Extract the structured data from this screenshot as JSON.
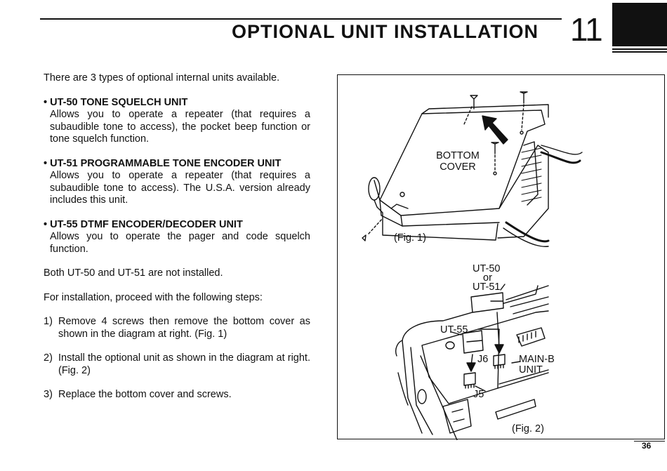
{
  "header": {
    "title": "OPTIONAL UNIT INSTALLATION",
    "chapter": "11"
  },
  "intro": "There are 3 types of optional internal units available.",
  "units": [
    {
      "title": "• UT-50 TONE SQUELCH UNIT",
      "body": "Allows you to operate a repeater (that requires a subaudible tone to access), the pocket beep function or tone squelch function."
    },
    {
      "title": "• UT-51 PROGRAMMABLE TONE ENCODER UNIT",
      "body": "Allows you to operate a repeater (that requires a subaudible tone to access). The U.S.A. version already includes this unit."
    },
    {
      "title": "• UT-55 DTMF ENCODER/DECODER UNIT",
      "body": "Allows you to operate the pager and code squelch function."
    }
  ],
  "note": "Both UT-50 and UT-51 are not installed.",
  "steps_intro": "For installation, proceed with the following steps:",
  "steps": [
    {
      "num": "1)",
      "text": "Remove 4 screws then remove the bottom cover as shown in the diagram at right. (Fig. 1)"
    },
    {
      "num": "2)",
      "text": "Install the optional unit as shown in the diagram at right. (Fig. 2)"
    },
    {
      "num": "3)",
      "text": "Replace the bottom cover and screws."
    }
  ],
  "figure": {
    "fig1_caption": "(Fig. 1)",
    "bottom_cover_label": "BOTTOM COVER",
    "unit_option_label_1": "UT-50",
    "unit_option_label_or": "or",
    "unit_option_label_2": "UT-51",
    "ut55_label": "UT-55",
    "j6_label": "J6",
    "j5_label": "J5",
    "main_b_label_1": "MAIN-B",
    "main_b_label_2": "UNIT",
    "fig2_caption": "(Fig. 2)"
  },
  "page_number": "36"
}
